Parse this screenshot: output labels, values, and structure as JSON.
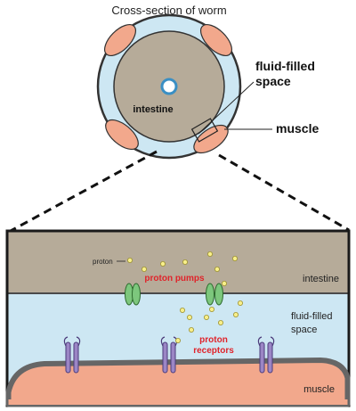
{
  "title": "Cross-section of worm",
  "top_labels": {
    "intestine": "intestine",
    "fluid": [
      "fluid-filled",
      "space"
    ],
    "muscle": "muscle"
  },
  "detail_labels": {
    "proton": "proton",
    "proton_pumps": "proton pumps",
    "intestine": "intestine",
    "fluid": [
      "fluid-filled",
      "space"
    ],
    "proton_receptors": [
      "proton",
      "receptors"
    ],
    "muscle": "muscle"
  },
  "colors": {
    "intestine": "#b6ab99",
    "fluid": "#cde7f3",
    "muscle": "#f2a88c",
    "pump": "#7dc77d",
    "receptor": "#9b86c5",
    "proton": "#f8ef8a",
    "membrane": "#6b6b6b",
    "accent_text": "#e0232a"
  }
}
